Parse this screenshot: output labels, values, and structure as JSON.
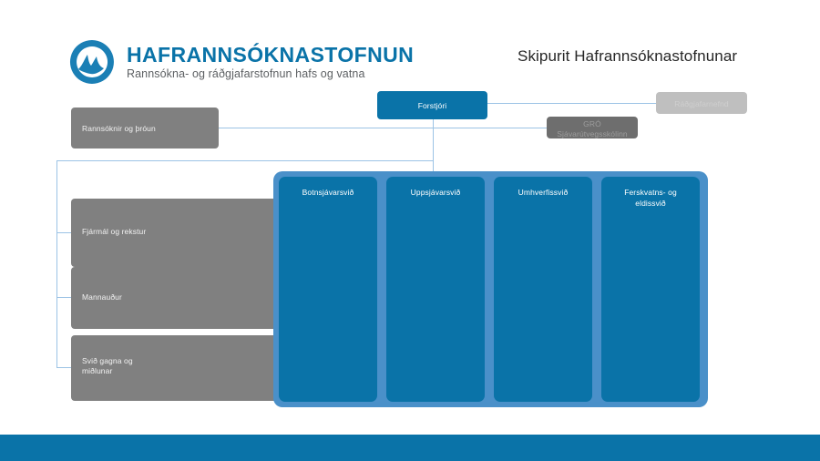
{
  "brand": {
    "logo_icon": "wave-circle-logo-icon",
    "title": "HAFRANNSÓKNASTOFNUN",
    "subtitle": "Rannsókna- og ráðgjafarstofnun hafs og vatna",
    "primary_color": "#0a73a8",
    "panel_color": "#4a90c9",
    "gray_color": "#808080",
    "line_color": "#9cc3e5"
  },
  "page": {
    "title": "Skipurit Hafrannsóknastofnunar"
  },
  "org": {
    "director": {
      "label": "Forstjóri"
    },
    "advisory": {
      "label": "Ráðgjafarnefnd"
    },
    "gro": {
      "label": "GRÓ\nSjávarútvegsskólinn"
    },
    "research": {
      "label": "Rannsóknir og þróun"
    },
    "support_units": [
      {
        "label": "Fjármál og rekstur"
      },
      {
        "label": "Mannauður"
      },
      {
        "label": "Svið gagna og\nmiðlunar"
      }
    ],
    "divisions": [
      {
        "label": "Botnsjávarsvið"
      },
      {
        "label": "Uppsjávarsvið"
      },
      {
        "label": "Umhverfissvið"
      },
      {
        "label": "Ferskvatns- og\neldissvið"
      }
    ]
  }
}
